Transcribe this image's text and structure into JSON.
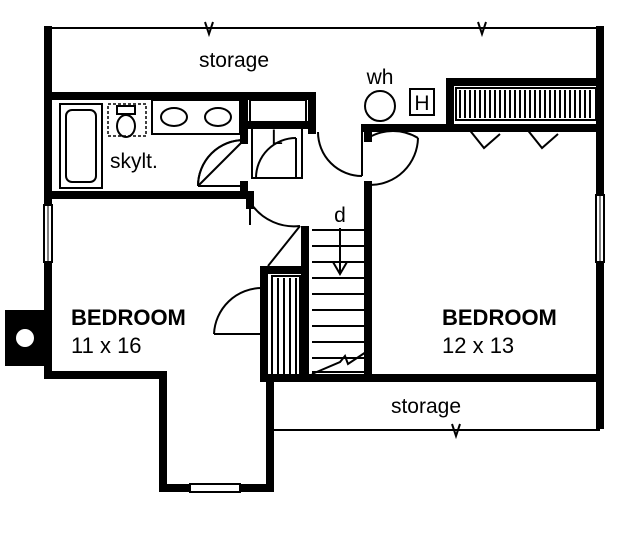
{
  "labels": {
    "storage_top": "storage",
    "storage_bottom": "storage",
    "water_heater": "wh",
    "hvac": "H",
    "skylight": "skylt.",
    "linen": "L",
    "stair_direction": "d"
  },
  "rooms": [
    {
      "name": "BEDROOM",
      "size": "11 x 16"
    },
    {
      "name": "BEDROOM",
      "size": "12 x 13"
    }
  ]
}
